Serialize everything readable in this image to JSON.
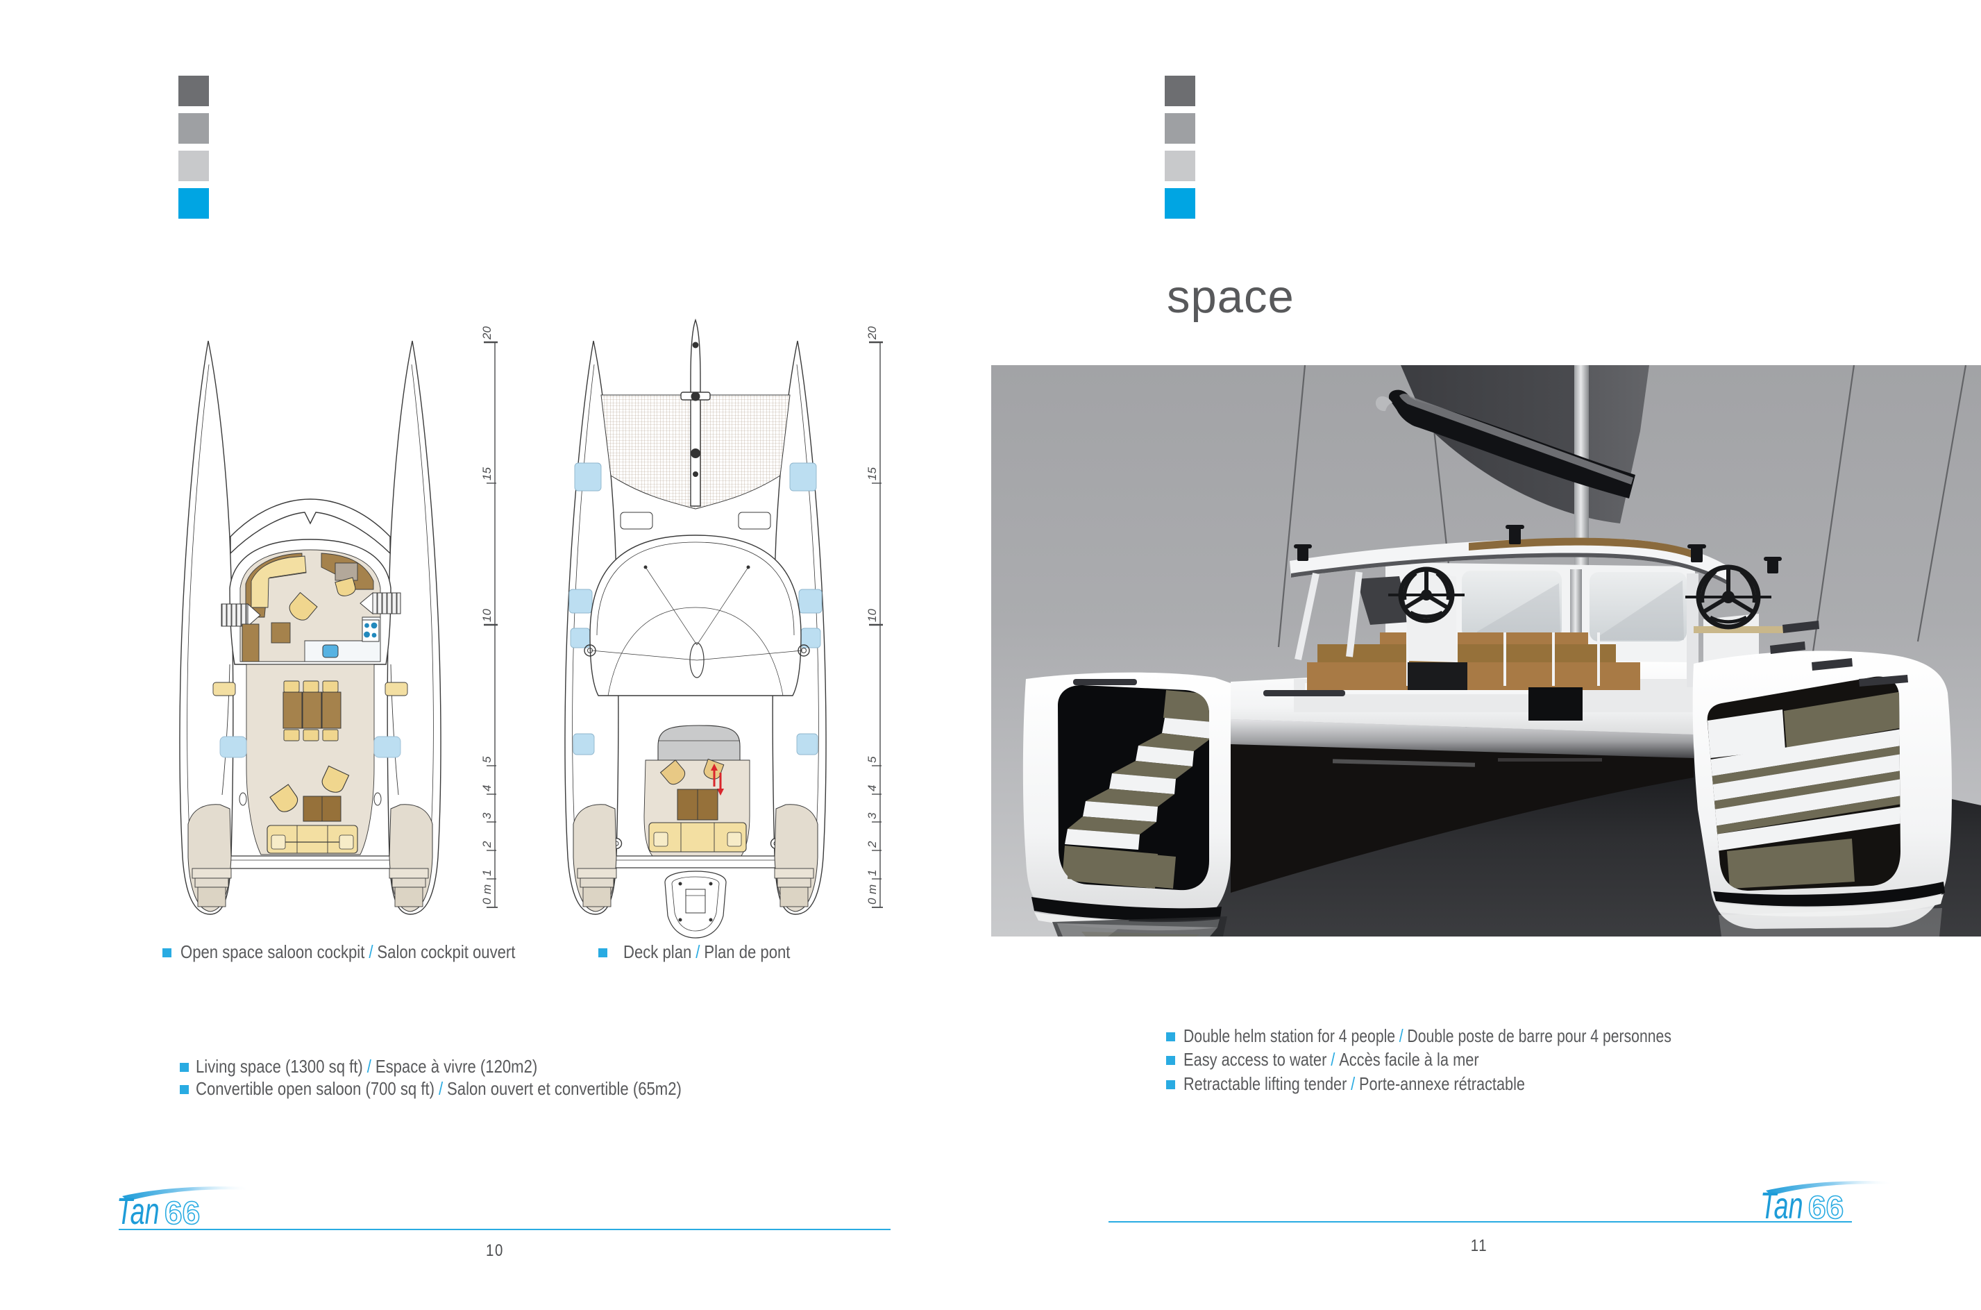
{
  "palette": {
    "squares": [
      "#6d6e71",
      "#9ea0a3",
      "#c8c9cb",
      "#00a5e3"
    ],
    "accent_blue": "#29abe2",
    "text_gray": "#58595b",
    "logo_blue": "#1e9cd8"
  },
  "left_page": {
    "figures": [
      {
        "caption_en": "Open space saloon cockpit",
        "sep": "/",
        "caption_fr": "Salon cockpit ouvert"
      },
      {
        "caption_en": "Deck plan",
        "sep": "/",
        "caption_fr": "Plan de pont"
      }
    ],
    "bullets": [
      {
        "en": "Living space (1300 sq ft)",
        "sep": "/",
        "fr": "Espace à vivre (120m2)"
      },
      {
        "en": "Convertible open saloon (700 sq ft)",
        "sep": "/",
        "fr": "Salon ouvert et convertible (65m2)"
      }
    ],
    "ruler_labels": [
      "20",
      "15",
      "10",
      "5",
      "4",
      "3",
      "2",
      "1",
      "m",
      "0"
    ],
    "logo": {
      "script": "Tan",
      "number": "66"
    },
    "page_number": "10"
  },
  "right_page": {
    "title": "space",
    "bullets": [
      {
        "en": "Double helm station for 4 people",
        "sep": "/",
        "fr": "Double poste de barre pour 4 personnes"
      },
      {
        "en": "Easy access to water",
        "sep": "/",
        "fr": "Accès facile à la mer"
      },
      {
        "en": "Retractable lifting tender",
        "sep": "/",
        "fr": "Porte-annexe rétractable"
      }
    ],
    "logo": {
      "script": "Tan",
      "number": "66"
    },
    "page_number": "11"
  }
}
